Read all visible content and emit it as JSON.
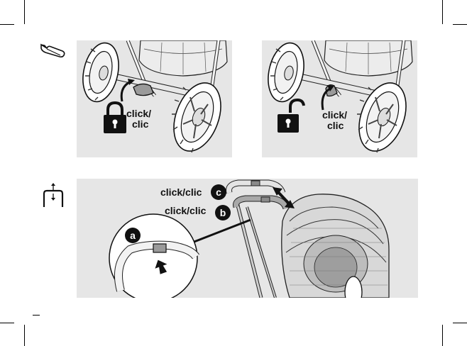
{
  "panel_top_left": {
    "click_line1": "click/",
    "click_line2": "clic"
  },
  "panel_top_right": {
    "click_line1": "click/",
    "click_line2": "clic"
  },
  "panel_bottom": {
    "callout_c_text": "click/clic",
    "callout_c_letter": "c",
    "callout_b_text": "click/clic",
    "callout_b_letter": "b",
    "callout_a_letter": "a"
  },
  "icons": [
    "foot-press-icon",
    "handlebar-height-icon",
    "lock-icon",
    "unlock-icon"
  ]
}
